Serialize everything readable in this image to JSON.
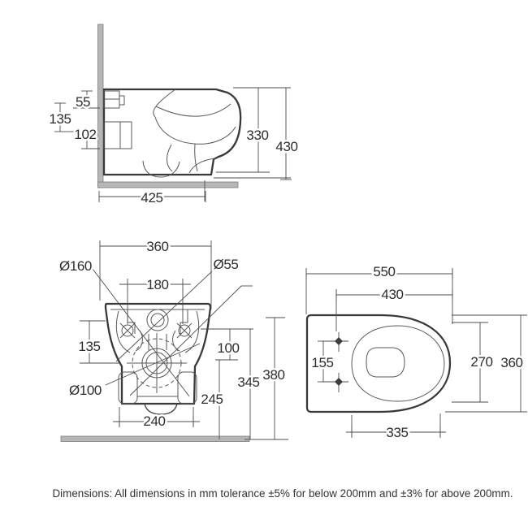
{
  "caption": "Dimensions: All dimensions in mm tolerance ±5% for below 200mm and ±3% for above 200mm.",
  "views": {
    "side": {
      "title": "side-elevation-wall-hung-pan",
      "dims": {
        "inlet_offset": "55",
        "inlet_to_outlet": "135",
        "outlet_size": "102",
        "bowl_front_height": "330",
        "overall_height": "430",
        "projection": "425"
      }
    },
    "rear": {
      "title": "rear-elevation-fixing-detail",
      "dims": {
        "overall_width": "360",
        "flush_circle_dia": "Ø160",
        "flush_hole_dia": "Ø55",
        "fixing_centres": "180",
        "flush_to_outlet": "135",
        "holes_to_outlet": "100",
        "fixing_height": "345",
        "flush_height": "380",
        "outlet_height": "245",
        "base_width": "240",
        "outlet_dia": "Ø100"
      }
    },
    "top": {
      "title": "plan-view",
      "dims": {
        "overall_length": "550",
        "bowl_length": "430",
        "fixing_spacing": "155",
        "seat_inner_width": "270",
        "overall_width": "360",
        "opening_length": "335"
      }
    }
  },
  "colors": {
    "line": "#393939",
    "dimension_line": "#4d4d4d",
    "wall_fill": "#b6b6b6",
    "text": "#2d2d2d"
  }
}
